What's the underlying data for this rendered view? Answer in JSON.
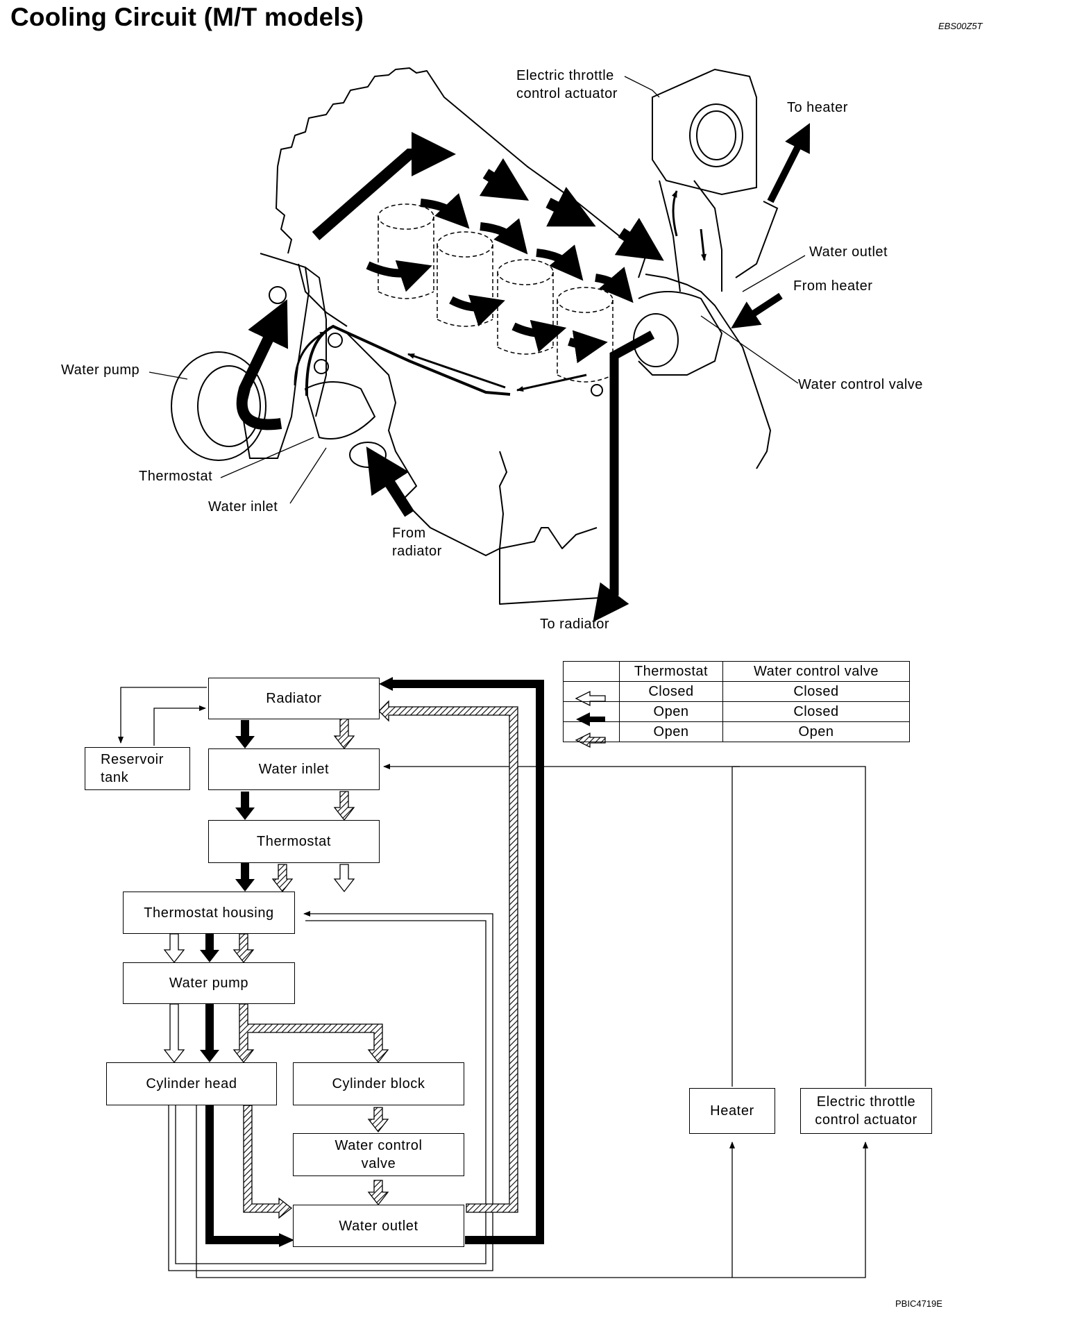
{
  "header": {
    "title": "Cooling Circuit (M/T models)",
    "code": "EBS00Z5T",
    "figure_code": "PBIC4719E"
  },
  "engine_labels": {
    "throttle": "Electric throttle\ncontrol actuator",
    "to_heater": "To heater",
    "water_outlet": "Water outlet",
    "from_heater": "From heater",
    "water_control_valve": "Water control valve",
    "water_pump": "Water pump",
    "thermostat": "Thermostat",
    "water_inlet": "Water inlet",
    "from_radiator": "From\nradiator",
    "to_radiator": "To radiator"
  },
  "flow_boxes": {
    "radiator": "Radiator",
    "reservoir": "Reservoir\ntank",
    "water_inlet": "Water inlet",
    "thermostat": "Thermostat",
    "thermostat_housing": "Thermostat housing",
    "water_pump": "Water pump",
    "cylinder_head": "Cylinder head",
    "cylinder_block": "Cylinder block",
    "water_control_valve": "Water control\nvalve",
    "water_outlet": "Water outlet",
    "heater": "Heater",
    "throttle": "Electric throttle\ncontrol actuator"
  },
  "legend": {
    "headers": [
      "",
      "Thermostat",
      "Water control valve"
    ],
    "rows": [
      {
        "symbol": "hollow-arrow",
        "thermostat": "Closed",
        "valve": "Closed"
      },
      {
        "symbol": "solid-arrow",
        "thermostat": "Open",
        "valve": "Closed"
      },
      {
        "symbol": "hatched-arrow",
        "thermostat": "Open",
        "valve": "Open"
      }
    ]
  }
}
